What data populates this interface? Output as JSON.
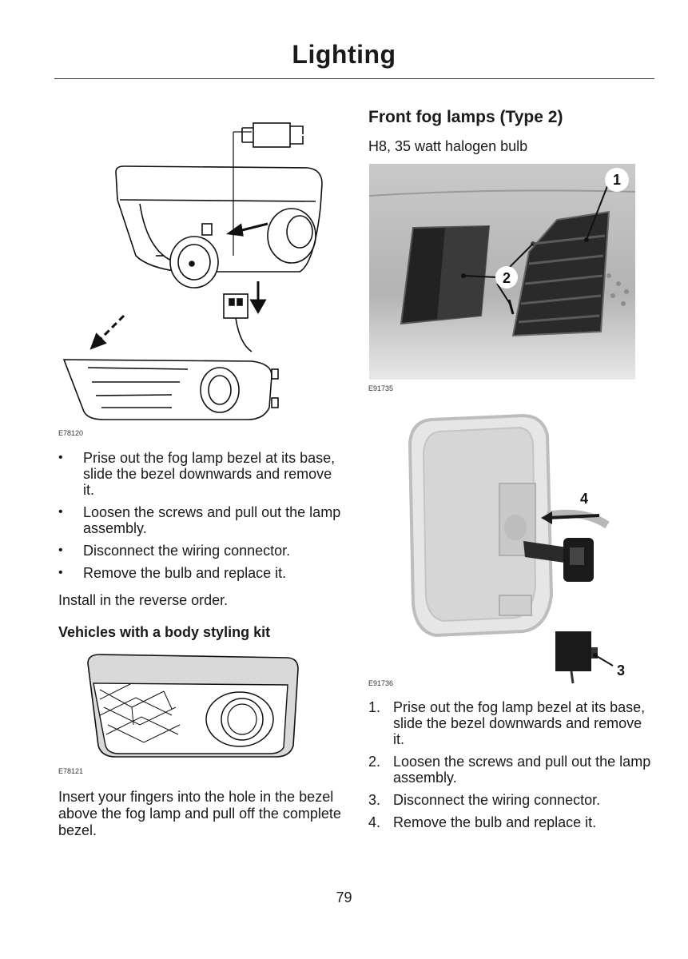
{
  "page": {
    "title": "Lighting",
    "page_number": "79"
  },
  "left": {
    "figure1_code": "E78120",
    "bullets": [
      "Prise out the fog lamp bezel at its base, slide the bezel downwards and remove it.",
      "Loosen the screws and pull out the lamp assembly.",
      "Disconnect the wiring connector.",
      "Remove the bulb and replace it."
    ],
    "install_note": "Install in the reverse order.",
    "styling_kit_heading": "Vehicles with a body styling kit",
    "figure2_code": "E78121",
    "styling_kit_text": "Insert your fingers into the hole in the bezel above the fog lamp and pull off the complete bezel."
  },
  "right": {
    "heading": "Front fog lamps (Type 2)",
    "bulb_spec": "H8, 35 watt halogen bulb",
    "figure3_code": "E91735",
    "figure3_callouts": [
      "1",
      "2"
    ],
    "figure4_code": "E91736",
    "figure4_callouts": [
      "4",
      "3"
    ],
    "steps": [
      {
        "num": "1.",
        "text": "Prise out the fog lamp bezel at its base, slide the bezel downwards and remove it."
      },
      {
        "num": "2.",
        "text": "Loosen the screws and pull out the lamp assembly."
      },
      {
        "num": "3.",
        "text": "Disconnect the wiring connector."
      },
      {
        "num": "4.",
        "text": "Remove the bulb and replace it."
      }
    ]
  }
}
